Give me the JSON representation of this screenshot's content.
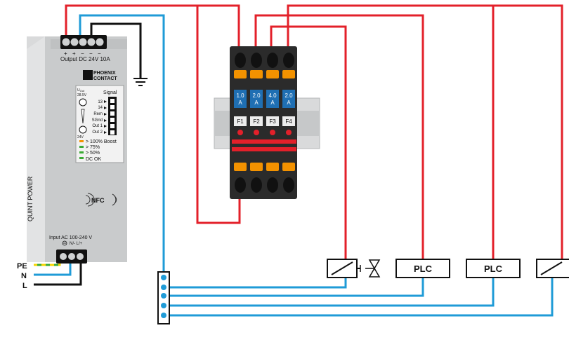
{
  "power_supply": {
    "brand_line1": "PHOENIX",
    "brand_line2": "CONTACT",
    "output_label": "Output DC 24V 10A",
    "output_polarity": [
      "+",
      "+",
      "−",
      "−",
      "−"
    ],
    "uout_label": "U",
    "uout_sub": "Out",
    "uout_value": "28.5V",
    "uout_min": "24V",
    "signal_label": "Signal",
    "terminals": [
      "13",
      "14",
      "Rem",
      "SGnd",
      "Out 1",
      "Out 2"
    ],
    "legend": [
      {
        "text": "> 100% Boost",
        "color": "#f39200"
      },
      {
        "text": "> 75%",
        "color": "#3aaa35"
      },
      {
        "text": "> 50%",
        "color": "#3aaa35"
      },
      {
        "text": "DC OK",
        "color": "#3aaa35"
      }
    ],
    "nfc_label": "NFC",
    "product_name": "QUINT POWER",
    "input_label": "Input AC 100-240 V",
    "input_terminals": "N/-  L/+"
  },
  "breaker": {
    "channels": [
      {
        "rating": "1.0",
        "unit": "A",
        "fuse": "F1"
      },
      {
        "rating": "2.0",
        "unit": "A",
        "fuse": "F2"
      },
      {
        "rating": "4.0",
        "unit": "A",
        "fuse": "F3"
      },
      {
        "rating": "2.0",
        "unit": "A",
        "fuse": "F4"
      }
    ]
  },
  "mains": {
    "pe": "PE",
    "n": "N",
    "l": "L"
  },
  "loads": [
    {
      "type": "valve"
    },
    {
      "type": "plc",
      "label": "PLC"
    },
    {
      "type": "plc",
      "label": "PLC"
    },
    {
      "type": "relay"
    }
  ]
}
